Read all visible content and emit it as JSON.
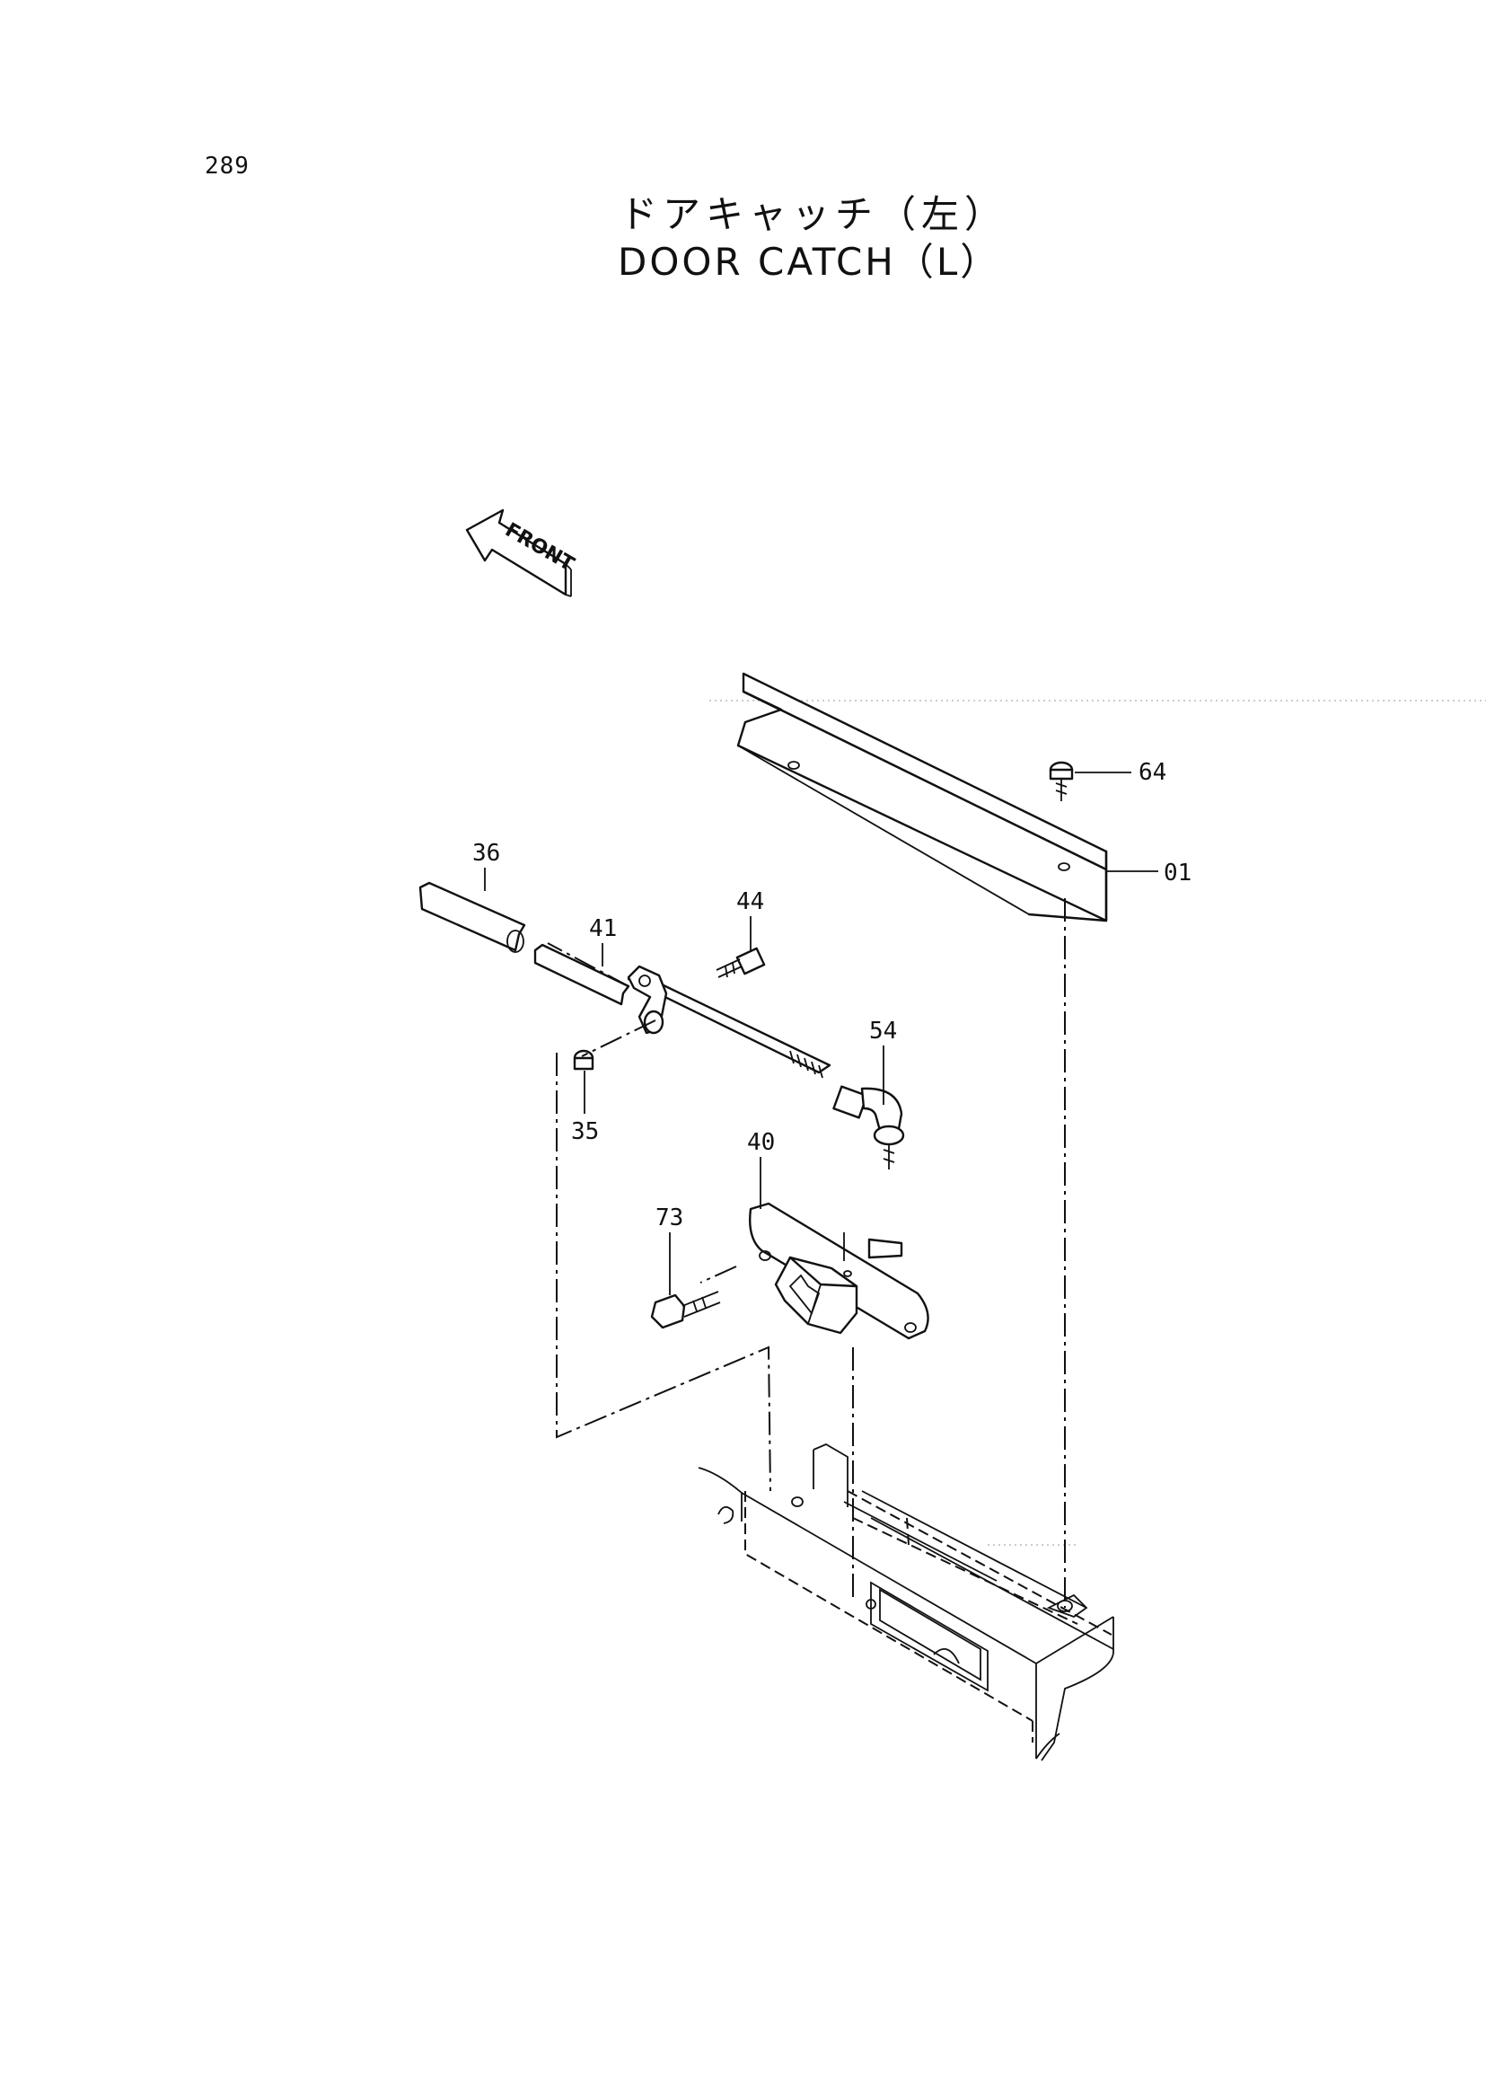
{
  "page": {
    "number": "289"
  },
  "title": {
    "japanese": "ドアキャッチ（左）",
    "english": "DOOR CATCH（L）"
  },
  "front_marker": {
    "label": "FRONT"
  },
  "callouts": [
    "01",
    "35",
    "36",
    "40",
    "41",
    "44",
    "54",
    "64",
    "73"
  ]
}
